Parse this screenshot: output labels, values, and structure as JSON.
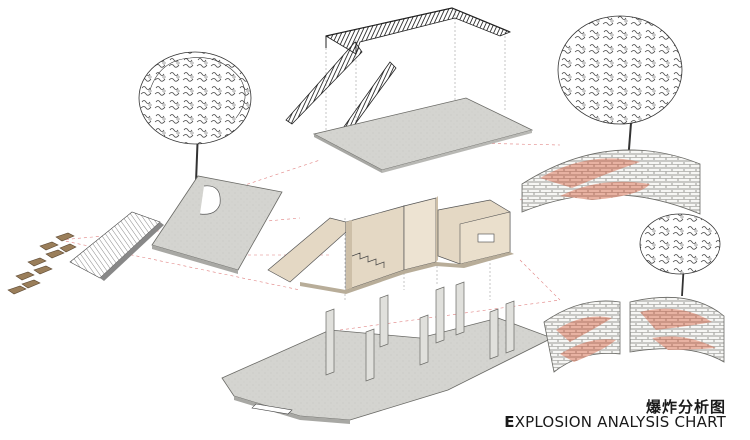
{
  "caption": {
    "title_cn": "爆炸分析图",
    "title_en_lead": "E",
    "title_en_rest": "XPLOSION ANALYSIS CHART"
  },
  "colors": {
    "concrete": "#d4d4d0",
    "wall_tan": "#e4d8c4",
    "brick_pink": "#e8b2a2",
    "brick_white": "#f6f6f4",
    "bench_wood": "#9a7e5a",
    "guide_line": "#e08080",
    "ink": "#333333"
  }
}
